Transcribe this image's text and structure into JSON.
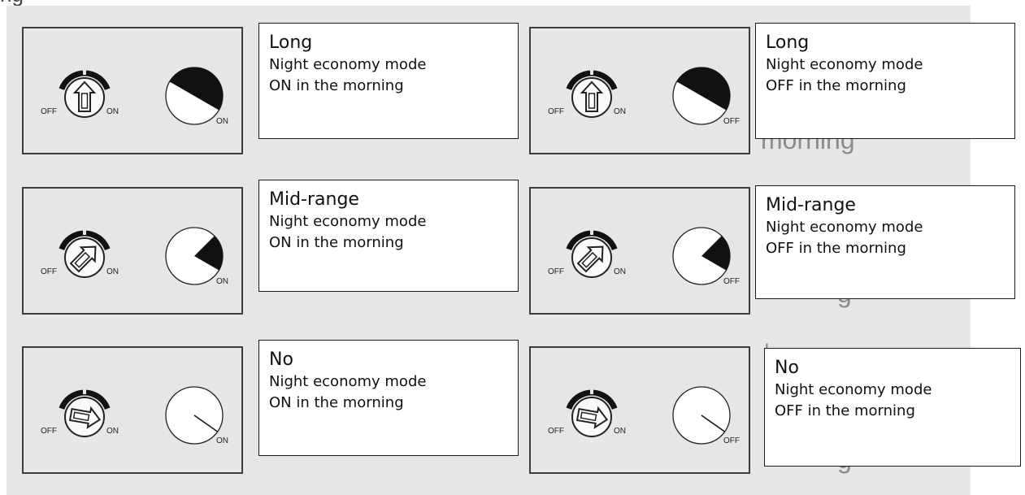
{
  "header_partial": "ng",
  "ghost_text": {
    "morning": "morning",
    "g": "g",
    "l": "I"
  },
  "dials": [
    {
      "mode": "Long",
      "position": "ON"
    },
    {
      "mode": "Long",
      "position": "OFF"
    },
    {
      "mode": "Mid-range",
      "position": "ON"
    },
    {
      "mode": "Mid-range",
      "position": "OFF"
    },
    {
      "mode": "No",
      "position": "ON"
    },
    {
      "mode": "No",
      "position": "OFF"
    }
  ],
  "switch_labels": {
    "off": "OFF",
    "on": "ON"
  },
  "labels": [
    {
      "title": "Long",
      "line1": "Night economy mode",
      "line2": "ON in the morning"
    },
    {
      "title": "Long",
      "line1": "Night economy mode",
      "line2": "OFF in the morning"
    },
    {
      "title": "Mid-range",
      "line1": "Night economy mode",
      "line2": "ON in the morning"
    },
    {
      "title": "Mid-range",
      "line1": "Night economy mode",
      "line2": "OFF in the morning"
    },
    {
      "title": "No",
      "line1": "Night economy mode",
      "line2": "ON in the morning"
    },
    {
      "title": "No",
      "line1": "Night economy mode",
      "line2": "OFF in the morning"
    }
  ]
}
